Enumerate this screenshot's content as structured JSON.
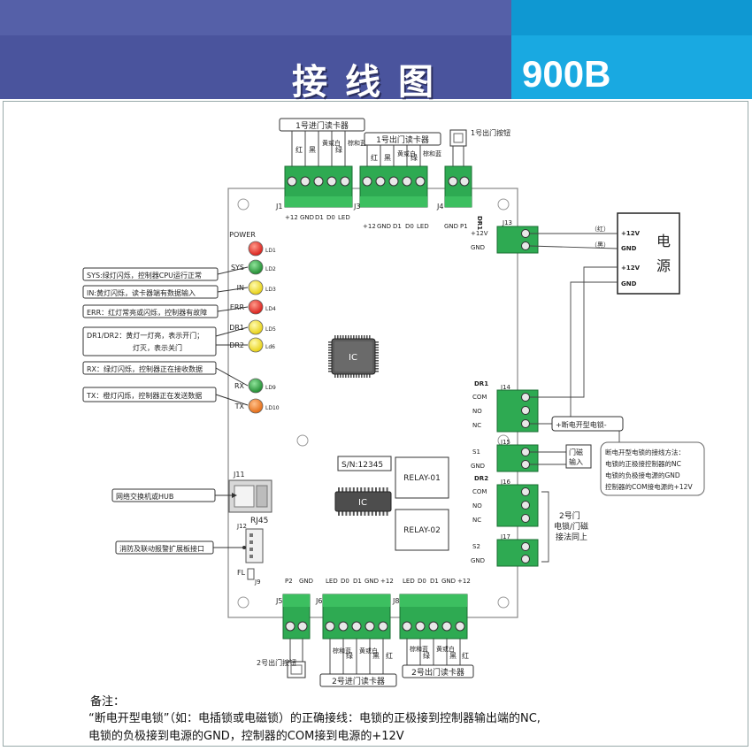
{
  "header": {
    "title": "接线图",
    "model": "900B"
  },
  "connectors_top": {
    "j1": {
      "id": "J1",
      "group_label": "1号进门读卡器",
      "wires": [
        "红",
        "黑",
        "黄或白",
        "绿",
        "棕和蓝"
      ],
      "pins": [
        "+12",
        "GND",
        "D1",
        "D0",
        "LED"
      ]
    },
    "j3": {
      "id": "J3",
      "group_label": "1号出门读卡器",
      "wires": [
        "红",
        "黑",
        "黄或白",
        "绿",
        "棕和蓝"
      ],
      "pins": [
        "+12",
        "GND",
        "D1",
        "D0",
        "LED"
      ]
    },
    "j4": {
      "id": "J4",
      "group_label": "1号出门按钮",
      "pins": [
        "GND",
        "P1"
      ]
    }
  },
  "leds": [
    {
      "name": "POWER",
      "id": "LD1",
      "color": "#e8231f"
    },
    {
      "name": "SYS",
      "id": "LD2",
      "color": "#2b9a3a",
      "note": "SYS:绿灯闪烁，控制器CPU运行正常"
    },
    {
      "name": "IN",
      "id": "LD3",
      "color": "#f4e21c",
      "note": "IN:黄灯闪烁，读卡器端有数据输入"
    },
    {
      "name": "ERR",
      "id": "LD4",
      "color": "#e8231f",
      "note": "ERR：红灯常亮或闪烁，控制器有故障"
    },
    {
      "name": "DR1",
      "id": "LD5",
      "color": "#f4e21c"
    },
    {
      "name": "DR2",
      "id": "Ld6",
      "color": "#f4e21c"
    },
    {
      "name": "RX",
      "id": "LD9",
      "color": "#2b9a3a",
      "note": "RX：绿灯闪烁，控制器正在接收数据"
    },
    {
      "name": "TX",
      "id": "LD10",
      "color": "#f07a1e",
      "note": "TX：橙灯闪烁，控制器正在发送数据"
    }
  ],
  "dr_note": {
    "line1": "DR1/DR2：黄灯一灯亮，表示开门；",
    "line2": "灯灭，表示关门"
  },
  "chips": {
    "ic_top": "IC",
    "ic_bottom": "IC",
    "sn": "S/N:12345",
    "relay1": "RELAY-01",
    "relay2": "RELAY-02"
  },
  "right_connectors": {
    "dr1_label": "DR1",
    "dr2_label": "DR2",
    "j13": {
      "id": "J13",
      "pins": [
        "+12V",
        "GND"
      ]
    },
    "j14": {
      "id": "J14",
      "pins": [
        "COM",
        "NO",
        "NC"
      ]
    },
    "j15": {
      "id": "J15",
      "pins": [
        "S1",
        "GND"
      ]
    },
    "j16": {
      "id": "J16",
      "pins": [
        "COM",
        "NO",
        "NC"
      ]
    },
    "j17": {
      "id": "J17",
      "pins": [
        "S2",
        "GND"
      ]
    }
  },
  "power": {
    "title_1": "电",
    "title_2": "源",
    "pins": [
      "+12V",
      "GND",
      "+12V",
      "GND"
    ],
    "wire_red": "（红）",
    "wire_black": "（黑）"
  },
  "lock": {
    "label": "+断电开型电锁-",
    "note": [
      "断电开型电锁的接线方法：",
      "电锁的正极接控制器的NC",
      "电锁的负极接电源的GND",
      "控制器的COM接电源的+12V"
    ]
  },
  "door_mag": {
    "line1": "门磁",
    "line2": "输入"
  },
  "door2_note": [
    "2号门",
    "电锁/门磁",
    "接法同上"
  ],
  "left_side": {
    "j11": "J11",
    "rj45": "RJ45",
    "hub_note": "网络交换机或HUB",
    "j12": "J12",
    "fire_note": "消防及联动报警扩展板接口",
    "fl": "FL",
    "j9": "J9"
  },
  "connectors_bottom": {
    "j5": {
      "id": "J5",
      "pins": [
        "P2",
        "GND"
      ],
      "group_label": "2号出门按钮"
    },
    "j6": {
      "id": "J6",
      "pins": [
        "LED",
        "D0",
        "D1",
        "GND",
        "+12"
      ],
      "wires": [
        "棕和蓝",
        "绿",
        "黄或白",
        "黑",
        "红"
      ],
      "group_label": "2号进门读卡器"
    },
    "j8": {
      "id": "J8",
      "pins": [
        "LED",
        "D0",
        "D1",
        "GND",
        "+12"
      ],
      "wires": [
        "棕和蓝",
        "绿",
        "黄或白",
        "黑",
        "红"
      ],
      "group_label": "2号出门读卡器"
    }
  },
  "notes": {
    "title": "备注：",
    "line1": "“断电开型电锁”（如：电插锁或电磁锁）的正确接线：电锁的正极接到控制器输出端的NC,",
    "line2": "电锁的负极接到电源的GND，控制器的COM接到电源的+12V"
  }
}
